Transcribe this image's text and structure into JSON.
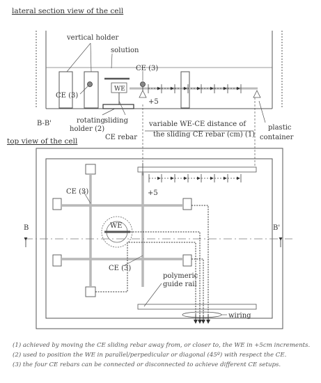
{
  "lateral": {
    "title": "lateral section view of the cell",
    "vertical_holder": "vertical holder",
    "solution": "solution",
    "ce_top": "CE (3)",
    "ce_left": "CE (3)",
    "we": "WE",
    "plus5": "+5",
    "section": "B-B'",
    "rotating_1": "rotating",
    "rotating_2": "holder (2)",
    "sliding_1": "sliding",
    "sliding_2": "CE rebar",
    "variable_1": "variable WE-CE distance of",
    "variable_2": "the sliding CE rebar (cm) (1)",
    "plastic_1": "plastic",
    "plastic_2": "container"
  },
  "top": {
    "title": "top view of the cell",
    "ce_upper": "CE (3)",
    "ce_lower": "CE (3)",
    "we": "WE",
    "plus5": "+5",
    "b_left": "B",
    "b_right": "B'",
    "rail_1": "polymeric",
    "rail_2": "guide rail",
    "wiring": "wiring"
  },
  "notes": {
    "n1": "(1) achieved by moving the CE sliding rebar away from, or closer to, the WE in +5cm increments.",
    "n2": "(2) used to position the WE in parallel/perpedicular or diagonal (45º) with respect the CE.",
    "n3": "(3) the four CE rebars can be connected or disconnected to achieve different CE setups."
  }
}
